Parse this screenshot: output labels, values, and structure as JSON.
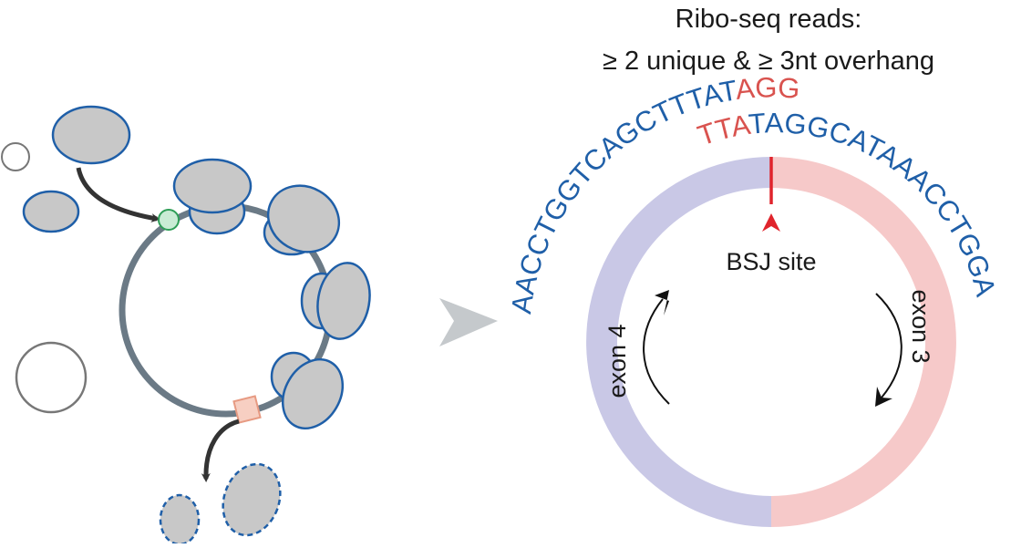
{
  "title": {
    "line1": "Ribo-seq reads:",
    "line2": "≥ 2 unique & ≥ 3nt overhang"
  },
  "read_upper": {
    "blue_part": "AACCTGGTCAGCTTTAT",
    "red_part": "AGG"
  },
  "read_lower": {
    "red_part": "TTA",
    "blue_part": "TAGGCATAAACCTGGA"
  },
  "labels": {
    "bsj_site": "BSJ site",
    "exon3": "exon 3",
    "exon4": "exon 4"
  },
  "colors": {
    "exon3": "#f6c9c9",
    "exon4": "#c9c8e6",
    "seq_blue": "#1f5fa8",
    "seq_red": "#d9534f",
    "junction_red": "#e0242c",
    "ribosome_fill": "#c8c8c8",
    "ribosome_stroke": "#1f5fa8",
    "circ_rna": "#6b7a86",
    "start_codon": "#2e9e57",
    "stop_codon": "#f2b8a8"
  }
}
